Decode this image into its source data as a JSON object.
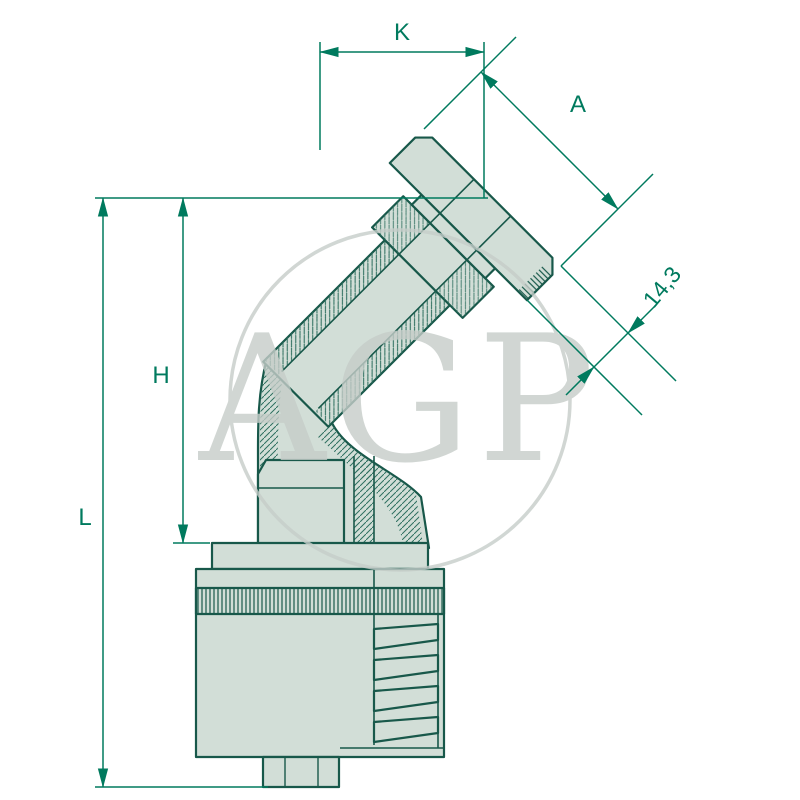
{
  "drawing": {
    "type": "technical-dimension-drawing",
    "subject": "45-degree flange hose fitting, half section view",
    "watermark_text": "AGP",
    "colors": {
      "dimension_line": "#007a5e",
      "outline": "#18584a",
      "body_fill": "#d2ded7",
      "watermark": "#c6cdc9",
      "background": "#ffffff"
    }
  },
  "dimensions": {
    "k_label": "K",
    "a_label": "A",
    "offset_label": "14,3",
    "h_label": "H",
    "l_label": "L"
  }
}
